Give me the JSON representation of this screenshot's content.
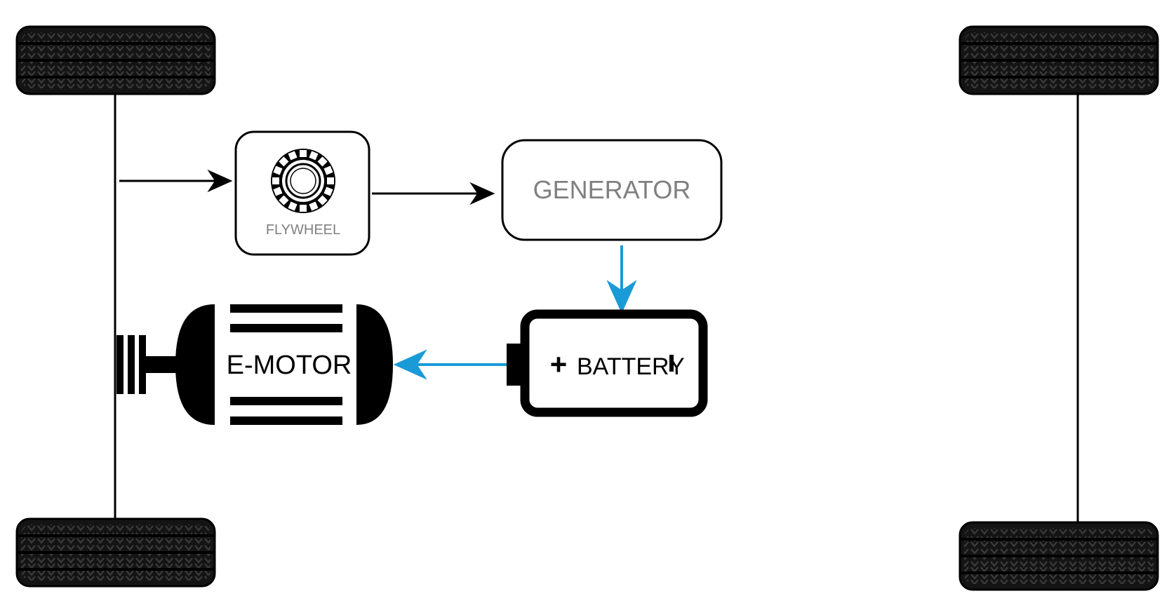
{
  "diagram": {
    "nodes": {
      "flywheel": {
        "label": "FLYWHEEL"
      },
      "generator": {
        "label": "GENERATOR"
      },
      "battery": {
        "label": "BATTERY",
        "plus_sign": "+"
      },
      "emotor": {
        "label": "E-MOTOR"
      }
    },
    "colors": {
      "ink": "#000000",
      "label_gray": "#808080",
      "energy_flow": "#1a9ad6",
      "tire_body": "#141414",
      "tire_tread": "#2e2e2e"
    },
    "icons": {
      "flywheel": "gear-icon",
      "wheels": "tire-icon"
    },
    "edges": [
      {
        "from": "front-axle",
        "to": "flywheel",
        "color": "ink"
      },
      {
        "from": "flywheel",
        "to": "generator",
        "color": "ink"
      },
      {
        "from": "generator",
        "to": "battery",
        "color": "energy_flow"
      },
      {
        "from": "battery",
        "to": "emotor",
        "color": "energy_flow"
      }
    ]
  }
}
